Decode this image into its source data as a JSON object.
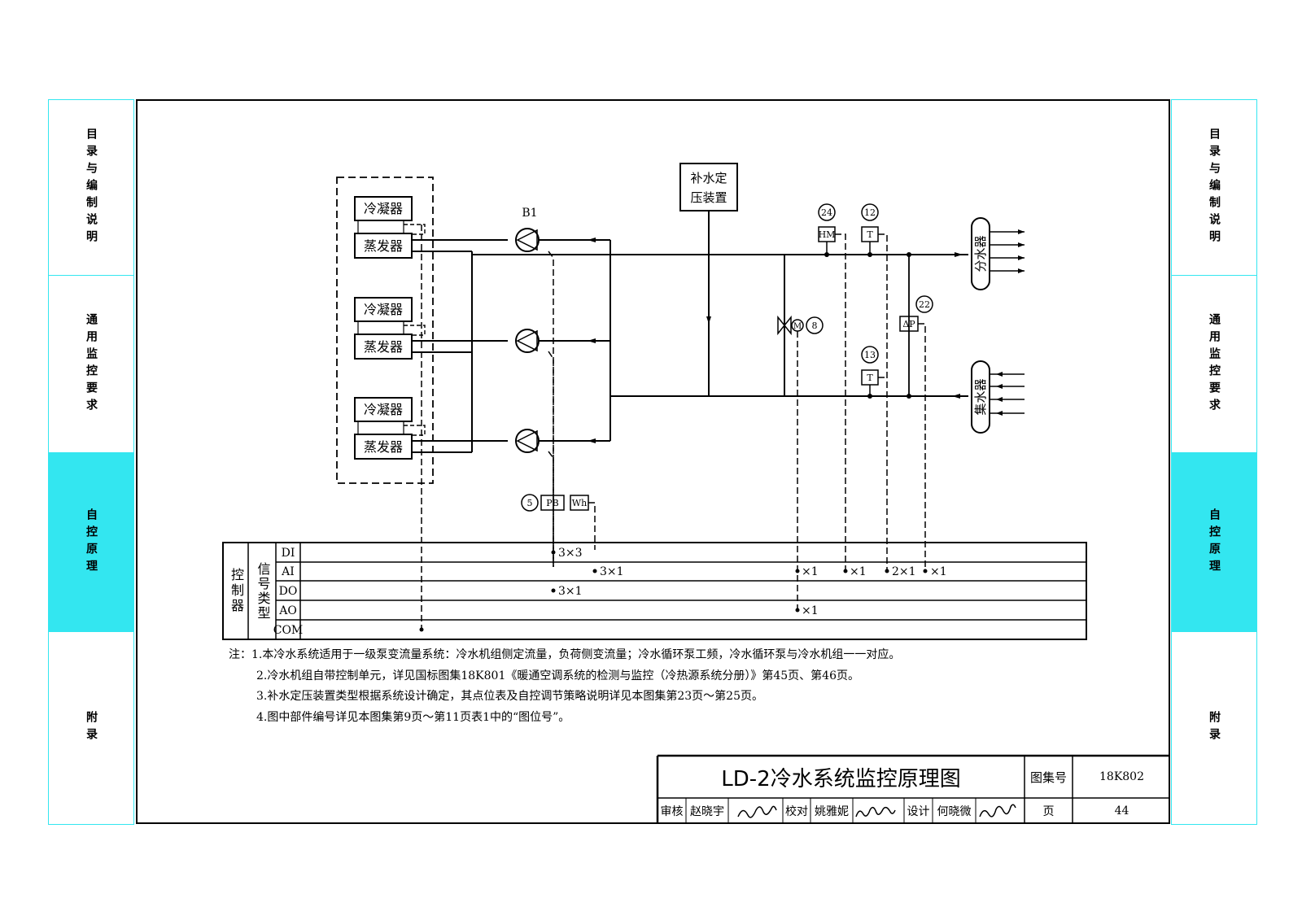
{
  "side_tabs": [
    {
      "label": "目录与编制说明",
      "active": false
    },
    {
      "label": "通用监控要求",
      "active": false
    },
    {
      "label": "自控原理",
      "active": true
    },
    {
      "label": "附录",
      "active": false
    }
  ],
  "diagram": {
    "chillers": [
      {
        "condenser": "冷凝器",
        "evaporator": "蒸发器"
      },
      {
        "condenser": "冷凝器",
        "evaporator": "蒸发器"
      },
      {
        "condenser": "冷凝器",
        "evaporator": "蒸发器"
      }
    ],
    "pump_label": "B1",
    "makeup_unit": [
      "补水定",
      "压装置"
    ],
    "supply_header": "分水器",
    "return_header": "集水器",
    "instruments": {
      "hm": {
        "tag": "HM",
        "no": "24"
      },
      "t_supply": {
        "tag": "T",
        "no": "12"
      },
      "t_return": {
        "tag": "T",
        "no": "13"
      },
      "dp": {
        "tag": "ΔP",
        "no": "22"
      },
      "valve": {
        "tag": "M",
        "no": "8"
      },
      "pb": {
        "tag": "PB",
        "no": "5"
      },
      "wh": {
        "tag": "Wh"
      }
    },
    "controller": {
      "label": "控制器",
      "signal_label": "信号类型",
      "rows": [
        "DI",
        "AI",
        "DO",
        "AO",
        "COM"
      ],
      "counts": {
        "di_pump": "3×3",
        "ai_wh": "3×1",
        "ai_valve": "×1",
        "ai_hm": "×1",
        "ai_temp": "2×1",
        "ai_dp": "×1",
        "do_pump": "3×1",
        "ao_valve": "×1"
      }
    }
  },
  "notes": [
    "注：1.本冷水系统适用于一级泵变流量系统：冷水机组侧定流量，负荷侧变流量；冷水循环泵工频，冷水循环泵与冷水机组一一对应。",
    "2.冷水机组自带控制单元，详见国标图集18K801《暖通空调系统的检测与监控（冷热源系统分册）》第45页、第46页。",
    "3.补水定压装置类型根据系统设计确定，其点位表及自控调节策略说明详见本图集第23页～第25页。",
    "4.图中部件编号详见本图集第9页～第11页表1中的“图位号”。"
  ],
  "title_block": {
    "title": "LD-2冷水系统监控原理图",
    "atlas_label": "图集号",
    "atlas_no": "18K802",
    "review_label": "审核",
    "reviewer": "赵晓宇",
    "check_label": "校对",
    "checker": "姚雅妮",
    "design_label": "设计",
    "designer": "何晓微",
    "page_label": "页",
    "page_no": "44"
  },
  "colors": {
    "accent": "#33e6f0",
    "line": "#000000"
  }
}
